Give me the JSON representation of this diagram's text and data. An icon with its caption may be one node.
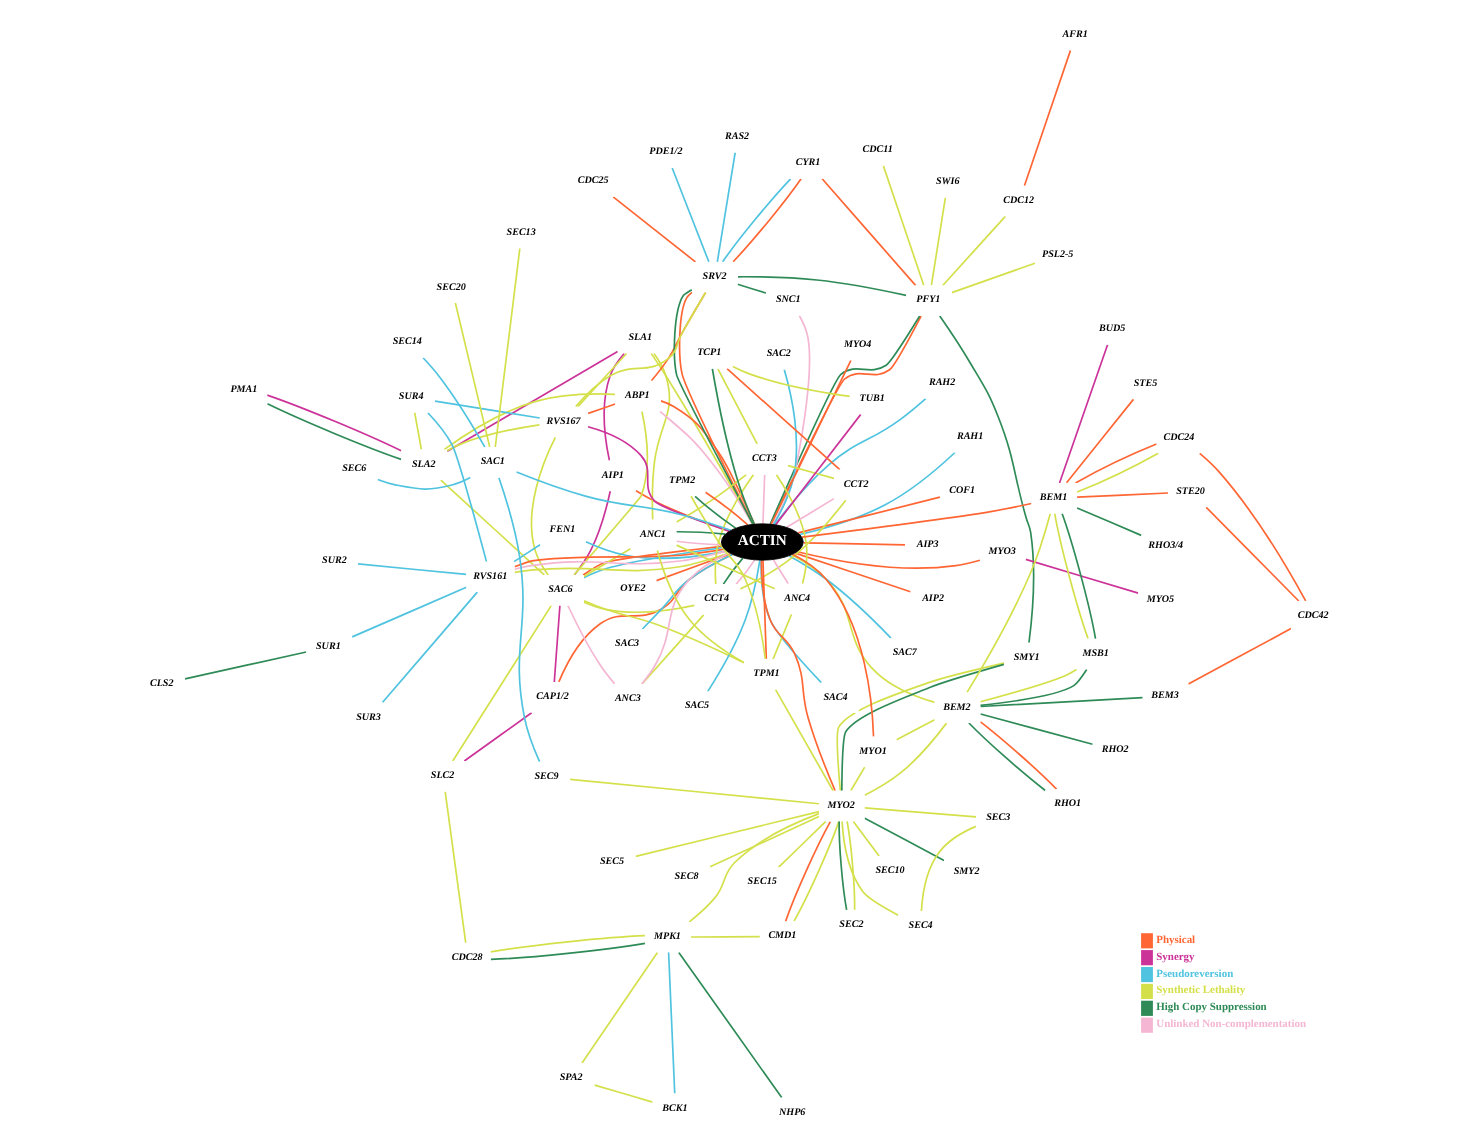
{
  "diagram": {
    "nodes": [
      {
        "text": [
          "ACTIN"
        ]
      },
      {
        "text": [
          "SLC2"
        ]
      },
      {
        "text": [
          "CAP1/2"
        ]
      },
      {
        "text": [
          "PMA1"
        ]
      },
      {
        "text": [
          "AIP1"
        ]
      },
      {
        "text": [
          "SAC6"
        ]
      },
      {
        "text": [
          "SLA2"
        ]
      },
      {
        "text": [
          "SLA1"
        ]
      },
      {
        "text": [
          "CYR1"
        ]
      },
      {
        "text": [
          "AFR1"
        ]
      },
      {
        "text": [
          "CDC12"
        ]
      },
      {
        "text": [
          "CDC11"
        ]
      },
      {
        "text": [
          "PSL2-5"
        ]
      },
      {
        "text": [
          "SWI6"
        ]
      },
      {
        "text": [
          "PFY1"
        ]
      },
      {
        "text": [
          "PDE1/2"
        ]
      },
      {
        "text": [
          "RAS2"
        ]
      },
      {
        "text": [
          "CDC25"
        ]
      },
      {
        "text": [
          "SNC1"
        ]
      },
      {
        "text": [
          "ABP1"
        ]
      },
      {
        "text": [
          "SRV2"
        ]
      },
      {
        "text": [
          "CLS2"
        ]
      },
      {
        "text": [
          "FEN1"
        ]
      },
      {
        "text": [
          "RVS167"
        ]
      },
      {
        "text": [
          "SUR1"
        ]
      },
      {
        "text": [
          "SUR2"
        ]
      },
      {
        "text": [
          "SUR3"
        ]
      },
      {
        "text": [
          "RVS161"
        ]
      },
      {
        "text": [
          "SUR4"
        ]
      },
      {
        "text": [
          "RAH1"
        ]
      },
      {
        "text": [
          "RAH2"
        ]
      },
      {
        "text": [
          "SAC2"
        ]
      },
      {
        "text": [
          "SAC4"
        ]
      },
      {
        "text": [
          "SAC5"
        ]
      },
      {
        "text": [
          "SAC7"
        ]
      },
      {
        "text": [
          "AIP2"
        ]
      },
      {
        "text": [
          "AIP3"
        ]
      },
      {
        "text": [
          "OYE2"
        ]
      },
      {
        "text": [
          "COF1"
        ]
      },
      {
        "text": [
          "MYO3"
        ]
      },
      {
        "text": [
          "MYO5"
        ]
      },
      {
        "text": [
          "SAC3"
        ]
      },
      {
        "text": [
          "MYO4"
        ]
      },
      {
        "text": [
          "CCT4"
        ]
      },
      {
        "text": [
          "ANC3"
        ]
      },
      {
        "text": [
          "ANC1"
        ]
      },
      {
        "text": [
          "CCT3"
        ]
      },
      {
        "text": [
          "TUB1"
        ]
      },
      {
        "text": [
          "TCP1"
        ]
      },
      {
        "text": [
          "CCT2"
        ]
      },
      {
        "text": [
          "ANC4"
        ]
      },
      {
        "text": [
          "CDC28"
        ]
      },
      {
        "text": [
          "CMD1"
        ]
      },
      {
        "text": [
          "BCK1"
        ]
      },
      {
        "text": [
          "SPA2"
        ]
      },
      {
        "text": [
          "MPK1"
        ]
      },
      {
        "text": [
          "NHP6"
        ]
      },
      {
        "text": [
          "TPM1"
        ]
      },
      {
        "text": [
          "TPM2"
        ]
      },
      {
        "text": [
          "SMY1"
        ]
      },
      {
        "text": [
          "SMY2"
        ]
      },
      {
        "text": [
          "MYO2"
        ]
      },
      {
        "text": [
          "SEC2"
        ]
      },
      {
        "text": [
          "SEC5"
        ]
      },
      {
        "text": [
          "SEC3"
        ]
      },
      {
        "text": [
          "SEC4"
        ]
      },
      {
        "text": [
          "SEC8"
        ]
      },
      {
        "text": [
          "SEC15"
        ]
      },
      {
        "text": [
          "SEC10"
        ]
      },
      {
        "text": [
          "MYO1"
        ]
      },
      {
        "text": [
          "SEC9"
        ]
      },
      {
        "text": [
          "BEM2"
        ]
      },
      {
        "text": [
          "RHO1"
        ]
      },
      {
        "text": [
          "RHO2"
        ]
      },
      {
        "text": [
          "BEM3"
        ]
      },
      {
        "text": [
          "MSB1"
        ]
      },
      {
        "text": [
          "SAC1"
        ]
      },
      {
        "text": [
          "BEM1"
        ]
      },
      {
        "text": [
          "SEC14"
        ]
      },
      {
        "text": [
          "SEC6"
        ]
      },
      {
        "text": [
          "SEC20"
        ]
      },
      {
        "text": [
          "SEC13"
        ]
      },
      {
        "text": [
          "CDC42"
        ]
      },
      {
        "text": [
          "CDC24"
        ]
      },
      {
        "text": [
          "STE20"
        ]
      },
      {
        "text": [
          "STE5"
        ]
      },
      {
        "text": [
          "RHO3/4"
        ]
      },
      {
        "text": [
          "BUD5"
        ]
      }
    ],
    "edges": [
      {
        "from": 5,
        "to": 0,
        "arrow": "none",
        "color": "#ff6633"
      },
      {
        "from": 4,
        "to": 0,
        "arrow": "none",
        "color": "#ff6633"
      },
      {
        "from": 2,
        "to": 0,
        "arrow": "none",
        "color": "#ff6633"
      },
      {
        "from": 8,
        "to": 14,
        "arrow": "none",
        "color": "#ff6633"
      },
      {
        "from": 9,
        "to": 10,
        "arrow": "none",
        "color": "#ff6633"
      },
      {
        "from": 8,
        "to": 20,
        "arrow": "none",
        "color": "#ff6633"
      },
      {
        "from": 17,
        "to": 20,
        "arrow": "none",
        "color": "#ff6633"
      },
      {
        "from": 19,
        "to": 0,
        "arrow": "none",
        "color": "#ff6633"
      },
      {
        "from": 20,
        "to": 0,
        "arrow": "none",
        "color": "#ff6633"
      },
      {
        "from": 23,
        "to": 19,
        "arrow": "none",
        "color": "#ff6633"
      },
      {
        "from": 27,
        "to": 0,
        "arrow": "none",
        "color": "#ff6633"
      },
      {
        "from": 14,
        "to": 0,
        "arrow": "none",
        "color": "#ff6633"
      },
      {
        "from": 57,
        "to": 0,
        "arrow": "none",
        "color": "#ff6633"
      },
      {
        "from": 58,
        "to": 0,
        "arrow": "none",
        "color": "#ff6633"
      },
      {
        "from": 52,
        "to": 61,
        "arrow": "none",
        "color": "#ff6633"
      },
      {
        "from": 61,
        "to": 0,
        "arrow": "none",
        "color": "#ff6633"
      },
      {
        "from": 69,
        "to": 0,
        "arrow": "none",
        "color": "#ff6633"
      },
      {
        "from": 77,
        "to": 0,
        "arrow": "none",
        "color": "#ff6633"
      },
      {
        "from": 35,
        "to": 0,
        "arrow": "none",
        "color": "#ff6633"
      },
      {
        "from": 36,
        "to": 0,
        "arrow": "none",
        "color": "#ff6633"
      },
      {
        "from": 37,
        "to": 0,
        "arrow": "none",
        "color": "#ff6633"
      },
      {
        "from": 38,
        "to": 0,
        "arrow": "none",
        "color": "#ff6633"
      },
      {
        "from": 39,
        "to": 0,
        "arrow": "none",
        "color": "#ff6633"
      },
      {
        "from": 42,
        "to": 0,
        "arrow": "none",
        "color": "#ff6633"
      },
      {
        "from": 48,
        "to": 49,
        "arrow": "none",
        "color": "#ff6633"
      },
      {
        "from": 71,
        "to": 72,
        "arrow": "none",
        "color": "#ff6633"
      },
      {
        "from": 74,
        "to": 82,
        "arrow": "none",
        "color": "#ff6633"
      },
      {
        "from": 82,
        "to": 83,
        "arrow": "none",
        "color": "#ff6633"
      },
      {
        "from": 82,
        "to": 84,
        "arrow": "none",
        "color": "#ff6633"
      },
      {
        "from": 77,
        "to": 83,
        "arrow": "none",
        "color": "#ff6633"
      },
      {
        "from": 77,
        "to": 84,
        "arrow": "none",
        "color": "#ff6633"
      },
      {
        "from": 77,
        "to": 85,
        "arrow": "none",
        "color": "#ff6633"
      },
      {
        "from": 19,
        "to": 20,
        "arrow": "none",
        "color": "#ff6633"
      },
      {
        "from": 1,
        "to": 2,
        "arrow": "none",
        "color": "#cc3399"
      },
      {
        "from": 2,
        "to": 5,
        "arrow": "none",
        "color": "#cc3399"
      },
      {
        "from": 4,
        "to": 5,
        "arrow": "none",
        "color": "#cc3399"
      },
      {
        "from": 3,
        "to": 6,
        "arrow": "none",
        "color": "#cc3399"
      },
      {
        "from": 4,
        "to": 7,
        "arrow": "none",
        "color": "#cc3399"
      },
      {
        "from": 6,
        "to": 7,
        "arrow": "none",
        "color": "#cc3399"
      },
      {
        "from": 47,
        "to": 0,
        "arrow": "none",
        "color": "#cc3399"
      },
      {
        "from": 39,
        "to": 40,
        "arrow": "none",
        "color": "#cc3399"
      },
      {
        "from": 77,
        "to": 87,
        "arrow": "none",
        "color": "#cc3399"
      },
      {
        "from": 23,
        "to": 0,
        "arrow": "none",
        "color": "#cc3399"
      },
      {
        "from": 5,
        "to": 0,
        "arrow": "none",
        "color": "#4fc3df"
      },
      {
        "from": 15,
        "to": 20,
        "arrow": "none",
        "color": "#4fc3df"
      },
      {
        "from": 16,
        "to": 20,
        "arrow": "none",
        "color": "#4fc3df"
      },
      {
        "from": 22,
        "to": 0,
        "arrow": "none",
        "color": "#4fc3df"
      },
      {
        "from": 24,
        "to": 27,
        "arrow": "none",
        "color": "#4fc3df"
      },
      {
        "from": 25,
        "to": 27,
        "arrow": "none",
        "color": "#4fc3df"
      },
      {
        "from": 26,
        "to": 27,
        "arrow": "none",
        "color": "#4fc3df"
      },
      {
        "from": 22,
        "to": 27,
        "arrow": "none",
        "color": "#4fc3df"
      },
      {
        "from": 28,
        "to": 23,
        "arrow": "none",
        "color": "#4fc3df"
      },
      {
        "from": 27,
        "to": 28,
        "arrow": "none",
        "color": "#4fc3df"
      },
      {
        "from": 29,
        "to": 0,
        "arrow": "none",
        "color": "#4fc3df"
      },
      {
        "from": 30,
        "to": 0,
        "arrow": "none",
        "color": "#4fc3df"
      },
      {
        "from": 31,
        "to": 0,
        "arrow": "none",
        "color": "#4fc3df"
      },
      {
        "from": 32,
        "to": 0,
        "arrow": "none",
        "color": "#4fc3df"
      },
      {
        "from": 33,
        "to": 0,
        "arrow": "none",
        "color": "#4fc3df"
      },
      {
        "from": 34,
        "to": 0,
        "arrow": "none",
        "color": "#4fc3df"
      },
      {
        "from": 41,
        "to": 0,
        "arrow": "none",
        "color": "#4fc3df"
      },
      {
        "from": 76,
        "to": 0,
        "arrow": "none",
        "color": "#4fc3df"
      },
      {
        "from": 76,
        "to": 70,
        "arrow": "none",
        "color": "#4fc3df"
      },
      {
        "from": 76,
        "to": 78,
        "arrow": "none",
        "color": "#4fc3df"
      },
      {
        "from": 76,
        "to": 79,
        "arrow": "none",
        "color": "#4fc3df"
      },
      {
        "from": 53,
        "to": 55,
        "arrow": "none",
        "color": "#4fc3df"
      },
      {
        "from": 8,
        "to": 20,
        "arrow": "none",
        "color": "#4fc3df"
      },
      {
        "from": 1,
        "to": 51,
        "arrow": "none",
        "color": "#d4e04a"
      },
      {
        "from": 1,
        "to": 5,
        "arrow": "none",
        "color": "#d4e04a"
      },
      {
        "from": 5,
        "to": 43,
        "arrow": "none",
        "color": "#d4e04a"
      },
      {
        "from": 5,
        "to": 45,
        "arrow": "none",
        "color": "#d4e04a"
      },
      {
        "from": 5,
        "to": 6,
        "arrow": "none",
        "color": "#d4e04a"
      },
      {
        "from": 5,
        "to": 19,
        "arrow": "none",
        "color": "#d4e04a"
      },
      {
        "from": 5,
        "to": 23,
        "arrow": "none",
        "color": "#d4e04a"
      },
      {
        "from": 5,
        "to": 57,
        "arrow": "none",
        "color": "#d4e04a"
      },
      {
        "from": 7,
        "to": 45,
        "arrow": "none",
        "color": "#d4e04a"
      },
      {
        "from": 6,
        "to": 19,
        "arrow": "none",
        "color": "#d4e04a"
      },
      {
        "from": 6,
        "to": 23,
        "arrow": "none",
        "color": "#d4e04a"
      },
      {
        "from": 7,
        "to": 23,
        "arrow": "none",
        "color": "#d4e04a"
      },
      {
        "from": 7,
        "to": 0,
        "arrow": "none",
        "color": "#d4e04a"
      },
      {
        "from": 11,
        "to": 14,
        "arrow": "none",
        "color": "#d4e04a"
      },
      {
        "from": 12,
        "to": 14,
        "arrow": "none",
        "color": "#d4e04a"
      },
      {
        "from": 13,
        "to": 14,
        "arrow": "none",
        "color": "#d4e04a"
      },
      {
        "from": 10,
        "to": 14,
        "arrow": "none",
        "color": "#d4e04a"
      },
      {
        "from": 20,
        "to": 23,
        "arrow": "none",
        "color": "#d4e04a"
      },
      {
        "from": 27,
        "to": 0,
        "arrow": "none",
        "color": "#d4e04a"
      },
      {
        "from": 6,
        "to": 28,
        "arrow": "none",
        "color": "#d4e04a"
      },
      {
        "from": 43,
        "to": 46,
        "arrow": "none",
        "color": "#d4e04a"
      },
      {
        "from": 43,
        "to": 44,
        "arrow": "none",
        "color": "#d4e04a"
      },
      {
        "from": 43,
        "to": 49,
        "arrow": "none",
        "color": "#d4e04a"
      },
      {
        "from": 46,
        "to": 45,
        "arrow": "none",
        "color": "#d4e04a"
      },
      {
        "from": 46,
        "to": 48,
        "arrow": "none",
        "color": "#d4e04a"
      },
      {
        "from": 46,
        "to": 49,
        "arrow": "none",
        "color": "#d4e04a"
      },
      {
        "from": 46,
        "to": 50,
        "arrow": "none",
        "color": "#d4e04a"
      },
      {
        "from": 47,
        "to": 48,
        "arrow": "none",
        "color": "#d4e04a"
      },
      {
        "from": 45,
        "to": 50,
        "arrow": "none",
        "color": "#d4e04a"
      },
      {
        "from": 45,
        "to": 57,
        "arrow": "none",
        "color": "#d4e04a"
      },
      {
        "from": 50,
        "to": 57,
        "arrow": "none",
        "color": "#d4e04a"
      },
      {
        "from": 57,
        "to": 58,
        "arrow": "none",
        "color": "#d4e04a"
      },
      {
        "from": 57,
        "to": 61,
        "arrow": "none",
        "color": "#d4e04a"
      },
      {
        "from": 51,
        "to": 55,
        "arrow": "none",
        "color": "#d4e04a"
      },
      {
        "from": 52,
        "to": 55,
        "arrow": "none",
        "color": "#d4e04a"
      },
      {
        "from": 55,
        "to": 54,
        "arrow": "none",
        "color": "#d4e04a"
      },
      {
        "from": 53,
        "to": 54,
        "arrow": "none",
        "color": "#d4e04a"
      },
      {
        "from": 55,
        "to": 61,
        "arrow": "none",
        "color": "#d4e04a"
      },
      {
        "from": 61,
        "to": 59,
        "arrow": "none",
        "color": "#d4e04a"
      },
      {
        "from": 61,
        "to": 62,
        "arrow": "none",
        "color": "#d4e04a"
      },
      {
        "from": 61,
        "to": 63,
        "arrow": "none",
        "color": "#d4e04a"
      },
      {
        "from": 61,
        "to": 64,
        "arrow": "none",
        "color": "#d4e04a"
      },
      {
        "from": 61,
        "to": 65,
        "arrow": "none",
        "color": "#d4e04a"
      },
      {
        "from": 61,
        "to": 66,
        "arrow": "none",
        "color": "#d4e04a"
      },
      {
        "from": 61,
        "to": 67,
        "arrow": "none",
        "color": "#d4e04a"
      },
      {
        "from": 61,
        "to": 68,
        "arrow": "none",
        "color": "#d4e04a"
      },
      {
        "from": 64,
        "to": 65,
        "arrow": "none",
        "color": "#d4e04a"
      },
      {
        "from": 61,
        "to": 70,
        "arrow": "none",
        "color": "#d4e04a"
      },
      {
        "from": 61,
        "to": 69,
        "arrow": "none",
        "color": "#d4e04a"
      },
      {
        "from": 61,
        "to": 71,
        "arrow": "none",
        "color": "#d4e04a"
      },
      {
        "from": 69,
        "to": 71,
        "arrow": "none",
        "color": "#d4e04a"
      },
      {
        "from": 0,
        "to": 71,
        "arrow": "none",
        "color": "#d4e04a"
      },
      {
        "from": 71,
        "to": 75,
        "arrow": "none",
        "color": "#d4e04a"
      },
      {
        "from": 71,
        "to": 77,
        "arrow": "none",
        "color": "#d4e04a"
      },
      {
        "from": 75,
        "to": 77,
        "arrow": "none",
        "color": "#d4e04a"
      },
      {
        "from": 77,
        "to": 83,
        "arrow": "none",
        "color": "#d4e04a"
      },
      {
        "from": 76,
        "to": 80,
        "arrow": "none",
        "color": "#d4e04a"
      },
      {
        "from": 76,
        "to": 81,
        "arrow": "none",
        "color": "#d4e04a"
      },
      {
        "from": 52,
        "to": 61,
        "arrow": "none",
        "color": "#d4e04a"
      },
      {
        "from": 3,
        "to": 6,
        "arrow": "none",
        "color": "#2e8b57"
      },
      {
        "from": 18,
        "to": 20,
        "arrow": "none",
        "color": "#2e8b57"
      },
      {
        "from": 20,
        "to": 0,
        "arrow": "none",
        "color": "#2e8b57"
      },
      {
        "from": 14,
        "to": 20,
        "arrow": "none",
        "color": "#2e8b57"
      },
      {
        "from": 14,
        "to": 59,
        "arrow": "none",
        "color": "#2e8b57"
      },
      {
        "from": 14,
        "to": 0,
        "arrow": "none",
        "color": "#2e8b57"
      },
      {
        "from": 43,
        "to": 0,
        "arrow": "none",
        "color": "#2e8b57"
      },
      {
        "from": 45,
        "to": 0,
        "arrow": "none",
        "color": "#2e8b57"
      },
      {
        "from": 48,
        "to": 0,
        "arrow": "none",
        "color": "#2e8b57"
      },
      {
        "from": 58,
        "to": 0,
        "arrow": "none",
        "color": "#2e8b57"
      },
      {
        "from": 51,
        "to": 55,
        "arrow": "none",
        "color": "#2e8b57"
      },
      {
        "from": 55,
        "to": 56,
        "arrow": "none",
        "color": "#2e8b57"
      },
      {
        "from": 61,
        "to": 59,
        "arrow": "none",
        "color": "#2e8b57"
      },
      {
        "from": 61,
        "to": 60,
        "arrow": "none",
        "color": "#2e8b57"
      },
      {
        "from": 61,
        "to": 62,
        "arrow": "none",
        "color": "#2e8b57"
      },
      {
        "from": 21,
        "to": 24,
        "arrow": "none",
        "color": "#2e8b57"
      },
      {
        "from": 71,
        "to": 75,
        "arrow": "none",
        "color": "#2e8b57"
      },
      {
        "from": 71,
        "to": 72,
        "arrow": "none",
        "color": "#2e8b57"
      },
      {
        "from": 71,
        "to": 73,
        "arrow": "none",
        "color": "#2e8b57"
      },
      {
        "from": 71,
        "to": 74,
        "arrow": "none",
        "color": "#2e8b57"
      },
      {
        "from": 75,
        "to": 77,
        "arrow": "none",
        "color": "#2e8b57"
      },
      {
        "from": 77,
        "to": 86,
        "arrow": "none",
        "color": "#2e8b57"
      },
      {
        "from": 44,
        "to": 0,
        "arrow": "none",
        "color": "#f4b6d2"
      },
      {
        "from": 45,
        "to": 0,
        "arrow": "none",
        "color": "#f4b6d2"
      },
      {
        "from": 43,
        "to": 0,
        "arrow": "none",
        "color": "#f4b6d2"
      },
      {
        "from": 46,
        "to": 0,
        "arrow": "none",
        "color": "#f4b6d2"
      },
      {
        "from": 49,
        "to": 0,
        "arrow": "none",
        "color": "#f4b6d2"
      },
      {
        "from": 50,
        "to": 0,
        "arrow": "none",
        "color": "#f4b6d2"
      },
      {
        "from": 5,
        "to": 44,
        "arrow": "none",
        "color": "#f4b6d2"
      },
      {
        "from": 18,
        "to": 0,
        "arrow": "none",
        "color": "#f4b6d2"
      },
      {
        "from": 27,
        "to": 0,
        "arrow": "none",
        "color": "#f4b6d2"
      },
      {
        "from": 19,
        "to": 0,
        "arrow": "none",
        "color": "#f4b6d2"
      }
    ],
    "legend": [
      {
        "text": "Physical",
        "color": "#ff6633"
      },
      {
        "text": "Synergy",
        "color": "#cc3399"
      },
      {
        "text": "Pseudoreversion",
        "color": "#4fc3df"
      },
      {
        "text": "Synthetic Lethality",
        "color": "#d4e04a"
      },
      {
        "text": "High Copy Suppression",
        "color": "#2e8b57"
      },
      {
        "text": "Unlinked Non-complementation",
        "color": "#f4b6d2"
      }
    ]
  }
}
